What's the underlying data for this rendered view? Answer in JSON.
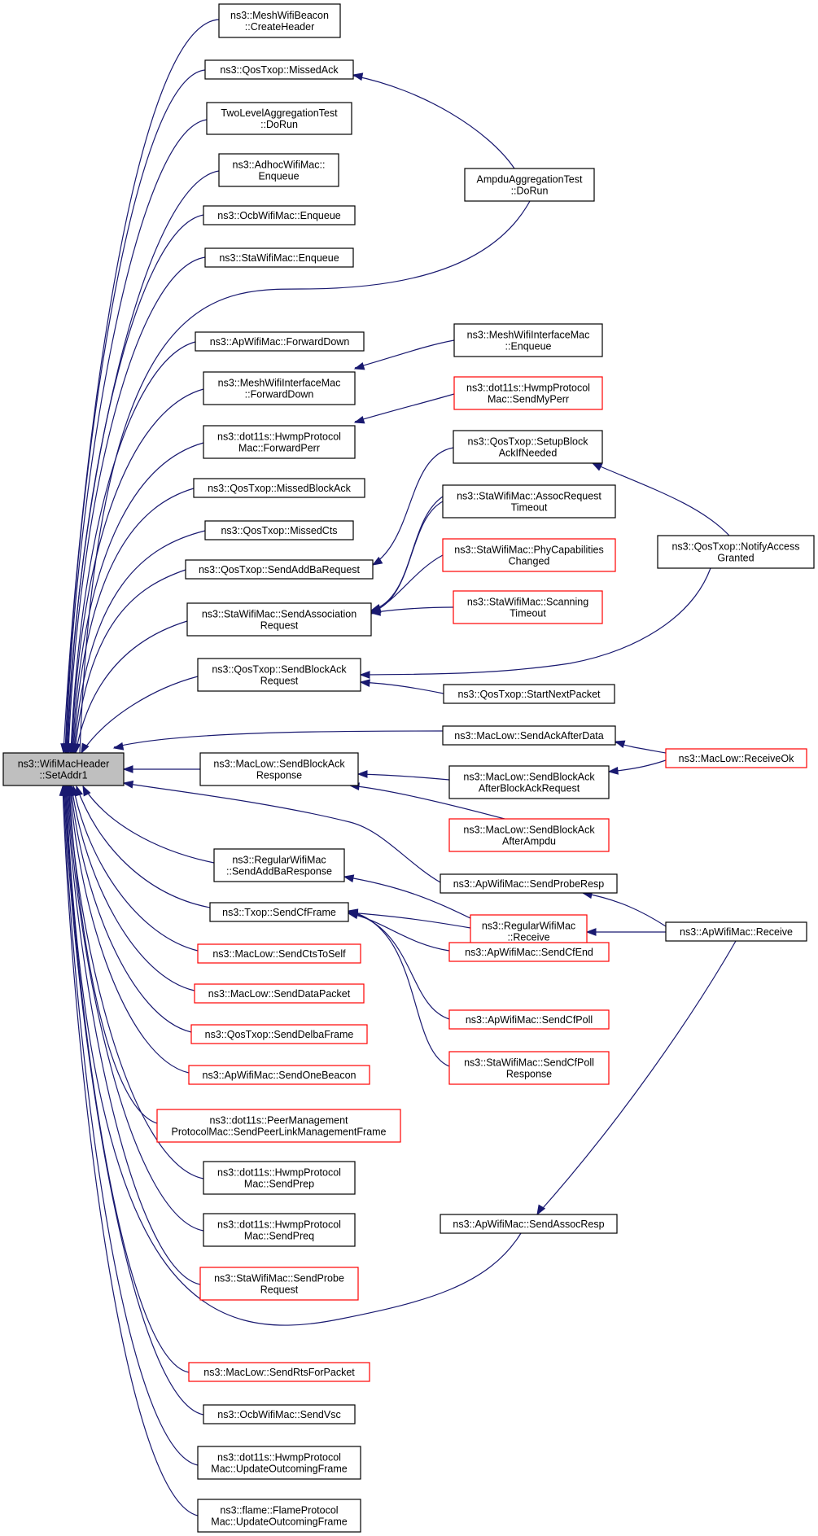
{
  "colors": {
    "edge": "#191970",
    "border": "#000000",
    "border_undocumented": "#ff0000",
    "root_fill": "#bfbfbf"
  },
  "nodes": [
    {
      "id": "root",
      "lines": [
        "ns3::WifiMacHeader",
        "::SetAddr1"
      ],
      "style": "root"
    },
    {
      "id": "meshBeacon",
      "lines": [
        "ns3::MeshWifiBeacon",
        "::CreateHeader"
      ],
      "style": "normal"
    },
    {
      "id": "qosMissedAck",
      "lines": [
        "ns3::QosTxop::MissedAck"
      ],
      "style": "normal"
    },
    {
      "id": "twoLevel",
      "lines": [
        "TwoLevelAggregationTest",
        "::DoRun"
      ],
      "style": "normal"
    },
    {
      "id": "adhocEnq",
      "lines": [
        "ns3::AdhocWifiMac::",
        "Enqueue"
      ],
      "style": "normal"
    },
    {
      "id": "ocbEnq",
      "lines": [
        "ns3::OcbWifiMac::Enqueue"
      ],
      "style": "normal"
    },
    {
      "id": "staEnq",
      "lines": [
        "ns3::StaWifiMac::Enqueue"
      ],
      "style": "normal"
    },
    {
      "id": "ampduTest",
      "lines": [
        "AmpduAggregationTest",
        "::DoRun"
      ],
      "style": "normal"
    },
    {
      "id": "apFwdDown",
      "lines": [
        "ns3::ApWifiMac::ForwardDown"
      ],
      "style": "normal"
    },
    {
      "id": "meshIfEnq",
      "lines": [
        "ns3::MeshWifiInterfaceMac",
        "::Enqueue"
      ],
      "style": "normal"
    },
    {
      "id": "meshIfFwd",
      "lines": [
        "ns3::MeshWifiInterfaceMac",
        "::ForwardDown"
      ],
      "style": "normal"
    },
    {
      "id": "hwmpSendMyPerr",
      "lines": [
        "ns3::dot11s::HwmpProtocol",
        "Mac::SendMyPerr"
      ],
      "style": "red"
    },
    {
      "id": "hwmpFwdPerr",
      "lines": [
        "ns3::dot11s::HwmpProtocol",
        "Mac::ForwardPerr"
      ],
      "style": "normal"
    },
    {
      "id": "qosSetupBlock",
      "lines": [
        "ns3::QosTxop::SetupBlock",
        "AckIfNeeded"
      ],
      "style": "normal"
    },
    {
      "id": "qosMissedBlockAck",
      "lines": [
        "ns3::QosTxop::MissedBlockAck"
      ],
      "style": "normal"
    },
    {
      "id": "staAssocTimeout",
      "lines": [
        "ns3::StaWifiMac::AssocRequest",
        "Timeout"
      ],
      "style": "normal"
    },
    {
      "id": "qosMissedCts",
      "lines": [
        "ns3::QosTxop::MissedCts"
      ],
      "style": "normal"
    },
    {
      "id": "staPhyCap",
      "lines": [
        "ns3::StaWifiMac::PhyCapabilities",
        "Changed"
      ],
      "style": "red"
    },
    {
      "id": "qosNotify",
      "lines": [
        "ns3::QosTxop::NotifyAccess",
        "Granted"
      ],
      "style": "normal"
    },
    {
      "id": "qosSendAddBa",
      "lines": [
        "ns3::QosTxop::SendAddBaRequest"
      ],
      "style": "normal"
    },
    {
      "id": "staSendAssoc",
      "lines": [
        "ns3::StaWifiMac::SendAssociation",
        "Request"
      ],
      "style": "normal"
    },
    {
      "id": "staScanTimeout",
      "lines": [
        "ns3::StaWifiMac::Scanning",
        "Timeout"
      ],
      "style": "red"
    },
    {
      "id": "qosSendBlockAckReq",
      "lines": [
        "ns3::QosTxop::SendBlockAck",
        "Request"
      ],
      "style": "normal"
    },
    {
      "id": "qosStartNext",
      "lines": [
        "ns3::QosTxop::StartNextPacket"
      ],
      "style": "normal"
    },
    {
      "id": "macLowSendAckAfter",
      "lines": [
        "ns3::MacLow::SendAckAfterData"
      ],
      "style": "normal"
    },
    {
      "id": "macLowSendBAResp",
      "lines": [
        "ns3::MacLow::SendBlockAck",
        "Response"
      ],
      "style": "normal"
    },
    {
      "id": "macLowRecvOk",
      "lines": [
        "ns3::MacLow::ReceiveOk"
      ],
      "style": "red"
    },
    {
      "id": "macLowSendBAAfterBAR",
      "lines": [
        "ns3::MacLow::SendBlockAck",
        "AfterBlockAckRequest"
      ],
      "style": "normal"
    },
    {
      "id": "macLowSendBAAfterAmpdu",
      "lines": [
        "ns3::MacLow::SendBlockAck",
        "AfterAmpdu"
      ],
      "style": "red"
    },
    {
      "id": "regSendAddBaResp",
      "lines": [
        "ns3::RegularWifiMac",
        "::SendAddBaResponse"
      ],
      "style": "normal"
    },
    {
      "id": "apSendProbeResp",
      "lines": [
        "ns3::ApWifiMac::SendProbeResp"
      ],
      "style": "normal"
    },
    {
      "id": "txopSendCf",
      "lines": [
        "ns3::Txop::SendCfFrame"
      ],
      "style": "normal"
    },
    {
      "id": "regReceive",
      "lines": [
        "ns3::RegularWifiMac",
        "::Receive"
      ],
      "style": "red"
    },
    {
      "id": "apReceive",
      "lines": [
        "ns3::ApWifiMac::Receive"
      ],
      "style": "normal"
    },
    {
      "id": "macLowSendCtsToSelf",
      "lines": [
        "ns3::MacLow::SendCtsToSelf"
      ],
      "style": "red"
    },
    {
      "id": "apSendCfEnd",
      "lines": [
        "ns3::ApWifiMac::SendCfEnd"
      ],
      "style": "red"
    },
    {
      "id": "macLowSendData",
      "lines": [
        "ns3::MacLow::SendDataPacket"
      ],
      "style": "red"
    },
    {
      "id": "apSendCfPoll",
      "lines": [
        "ns3::ApWifiMac::SendCfPoll"
      ],
      "style": "red"
    },
    {
      "id": "qosSendDelba",
      "lines": [
        "ns3::QosTxop::SendDelbaFrame"
      ],
      "style": "red"
    },
    {
      "id": "staSendCfPollResp",
      "lines": [
        "ns3::StaWifiMac::SendCfPoll",
        "Response"
      ],
      "style": "red"
    },
    {
      "id": "apSendOneBeacon",
      "lines": [
        "ns3::ApWifiMac::SendOneBeacon"
      ],
      "style": "red"
    },
    {
      "id": "peerMgmt",
      "lines": [
        "ns3::dot11s::PeerManagement",
        "ProtocolMac::SendPeerLinkManagementFrame"
      ],
      "style": "red"
    },
    {
      "id": "hwmpSendPrep",
      "lines": [
        "ns3::dot11s::HwmpProtocol",
        "Mac::SendPrep"
      ],
      "style": "normal"
    },
    {
      "id": "hwmpSendPreq",
      "lines": [
        "ns3::dot11s::HwmpProtocol",
        "Mac::SendPreq"
      ],
      "style": "normal"
    },
    {
      "id": "apSendAssocResp",
      "lines": [
        "ns3::ApWifiMac::SendAssocResp"
      ],
      "style": "normal"
    },
    {
      "id": "staSendProbeReq",
      "lines": [
        "ns3::StaWifiMac::SendProbe",
        "Request"
      ],
      "style": "red"
    },
    {
      "id": "macLowSendRts",
      "lines": [
        "ns3::MacLow::SendRtsForPacket"
      ],
      "style": "red"
    },
    {
      "id": "ocbSendVsc",
      "lines": [
        "ns3::OcbWifiMac::SendVsc"
      ],
      "style": "normal"
    },
    {
      "id": "hwmpUpdate",
      "lines": [
        "ns3::dot11s::HwmpProtocol",
        "Mac::UpdateOutcomingFrame"
      ],
      "style": "normal"
    },
    {
      "id": "flameUpdate",
      "lines": [
        "ns3::flame::FlameProtocol",
        "Mac::UpdateOutcomingFrame"
      ],
      "style": "normal"
    }
  ]
}
